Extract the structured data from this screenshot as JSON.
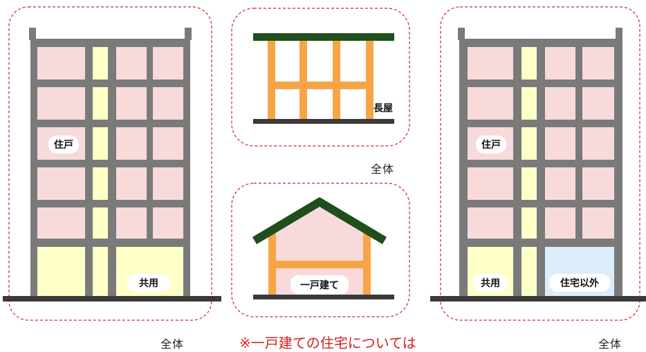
{
  "left_building": {
    "label_unit": "住戸",
    "label_common": "共用",
    "caption": "全体"
  },
  "rowhouse": {
    "label": "長屋",
    "caption": "全体"
  },
  "detached_house": {
    "label": "一戸建て"
  },
  "right_building": {
    "label_unit": "住戸",
    "label_common": "共用",
    "label_non_residential": "住宅以外",
    "caption": "全体"
  },
  "note": "※一戸建ての住宅については",
  "colors": {
    "frame_gray": "#7a7a7a",
    "unit_pink": "#f8dada",
    "common_yellow": "#ffffc8",
    "non_residential_blue": "#dcedfa",
    "wood_orange": "#f7a544",
    "roof_green": "#1f4f1c",
    "ground_dark": "#3a3a3a",
    "dashed_red": "#d42020"
  }
}
